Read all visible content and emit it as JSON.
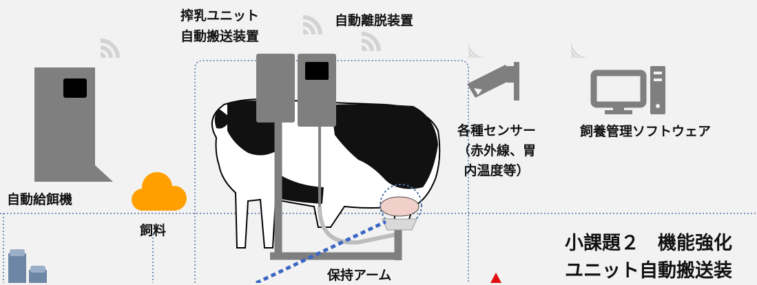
{
  "labels": {
    "milking_unit_transfer_line1": "搾乳ユニット",
    "milking_unit_transfer_line2": "自動搬送装置",
    "auto_detacher": "自動離脱装置",
    "auto_feeder": "自動給餌機",
    "feed": "飼料",
    "sensors_line1": "各種センサー",
    "sensors_line2": "（赤外線、胃",
    "sensors_line3": "内温度等）",
    "management_software": "飼養管理ソフトウェア",
    "holding_arm": "保持アーム"
  },
  "subtask": {
    "line1": "小課題２　機能強化",
    "line2": "ユニット自動搬送装"
  },
  "colors": {
    "background": "#f2f2f2",
    "device_gray": "#7f7f7f",
    "dark_gray": "#595959",
    "cloud_orange": "#ffa000",
    "dotted_border": "#4a6fa5",
    "blue_dash": "#3a66c4",
    "wifi_gray": "#d3d3d3",
    "arrow_red": "#e01010"
  },
  "icons": [
    "wifi-icon",
    "cloud-icon",
    "camera-icon",
    "computer-icon",
    "cow-illustration",
    "milking-unit-icon",
    "bottle-icon",
    "arrow-icon"
  ]
}
